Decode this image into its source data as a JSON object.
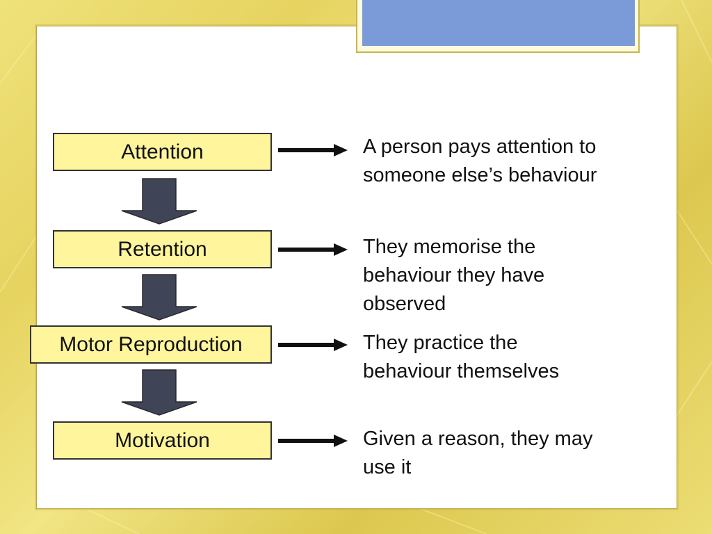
{
  "stages": [
    {
      "label": "Attention",
      "description_lines": [
        "A person pays attention to",
        "someone else’s behaviour"
      ]
    },
    {
      "label": "Retention",
      "description_lines": [
        "They memorise the",
        "behaviour they have",
        "observed"
      ]
    },
    {
      "label": "Motor Reproduction",
      "description_lines": [
        "They practice the",
        "behaviour themselves"
      ]
    },
    {
      "label": "Motivation",
      "description_lines": [
        "Given a reason, they may",
        "use it"
      ]
    }
  ],
  "colors": {
    "stage_fill": "#fff59c",
    "down_arrow_fill": "#3f4457",
    "title_tab_fill": "#7a9bd8",
    "background": "#e6d360"
  }
}
